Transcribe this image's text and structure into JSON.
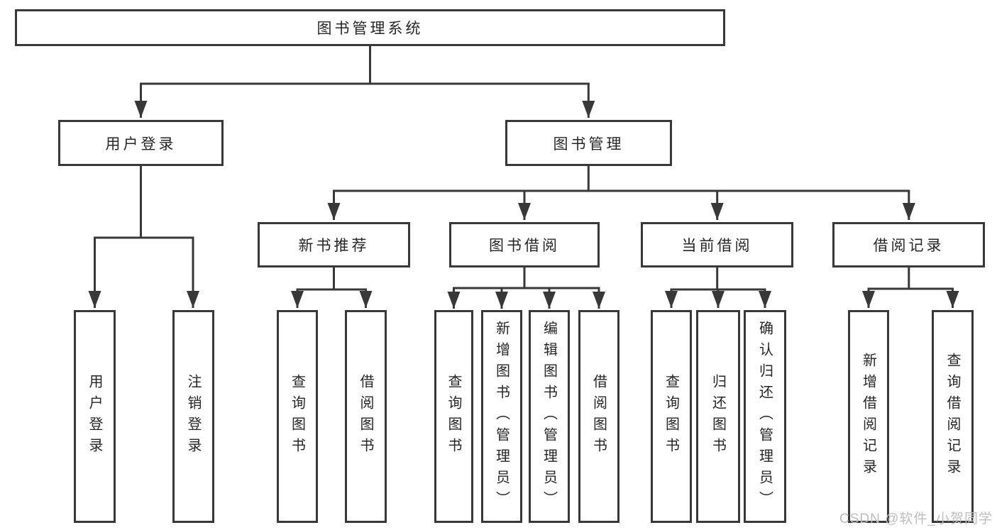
{
  "diagram": {
    "title_note": "functional structure diagram",
    "colors": {
      "line": "#383838",
      "text": "#262626",
      "background": "#ffffff",
      "watermark": "#bdbdbd"
    },
    "root": {
      "label": "图书管理系统"
    },
    "level2": [
      {
        "label": "用户登录"
      },
      {
        "label": "图书管理"
      }
    ],
    "level3": [
      {
        "label": "新书推荐"
      },
      {
        "label": "图书借阅"
      },
      {
        "label": "当前借阅"
      },
      {
        "label": "借阅记录"
      }
    ],
    "leaves": [
      {
        "label": "用户登录"
      },
      {
        "label": "注销登录"
      },
      {
        "label": "查询图书"
      },
      {
        "label": "借阅图书"
      },
      {
        "label": "查询图书"
      },
      {
        "label": "新增图书（管理员）"
      },
      {
        "label": "编辑图书（管理员）"
      },
      {
        "label": "借阅图书"
      },
      {
        "label": "查询图书"
      },
      {
        "label": "归还图书"
      },
      {
        "label": "确认归还（管理员）"
      },
      {
        "label": "新增借阅记录"
      },
      {
        "label": "查询借阅记录"
      }
    ],
    "watermark": "CSDN @软件_小贺同学"
  }
}
